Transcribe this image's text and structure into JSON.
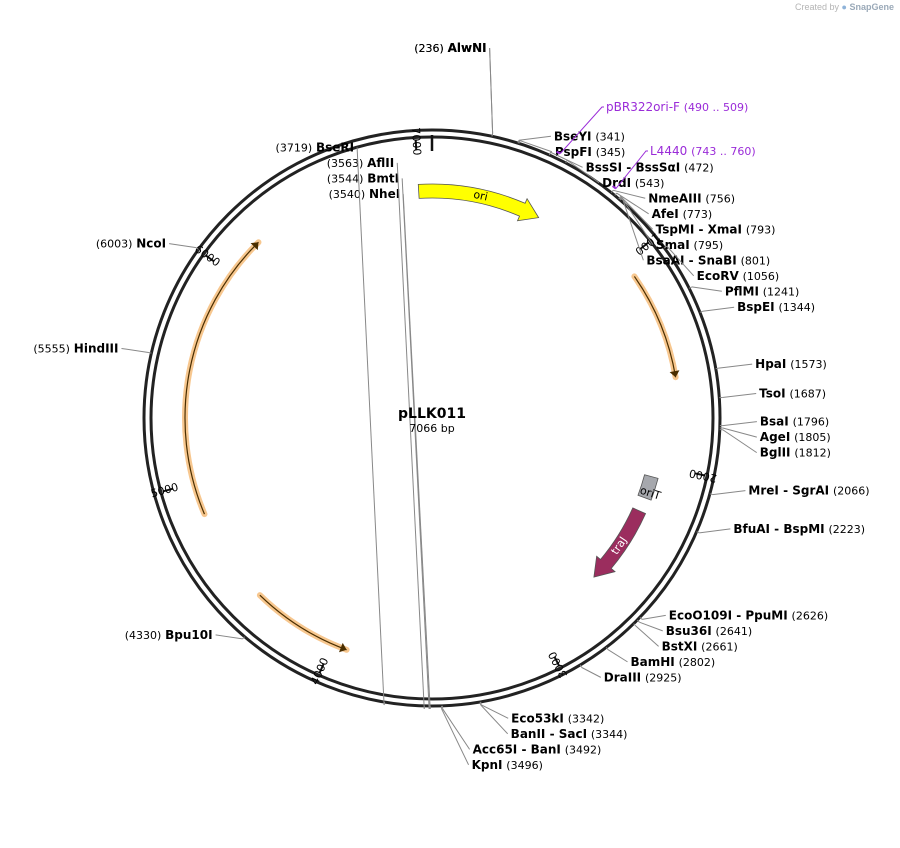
{
  "credit": {
    "prefix": "Created by",
    "brand": "SnapGene"
  },
  "plasmid": {
    "name": "pLLK011",
    "size_label": "7066 bp",
    "length": 7066
  },
  "colors": {
    "ori": "#ffff00",
    "oriT": "#a6a8ad",
    "traJ": "#9b2d5e",
    "orange": "#f4b46a",
    "primer": "#9a2bd8"
  },
  "ticks": [
    {
      "pos": 1000,
      "label": "1000"
    },
    {
      "pos": 2000,
      "label": "2000"
    },
    {
      "pos": 3000,
      "label": "3000"
    },
    {
      "pos": 4000,
      "label": "4000"
    },
    {
      "pos": 5000,
      "label": "5000"
    },
    {
      "pos": 6000,
      "label": "6000"
    },
    {
      "pos": 7000,
      "label": "7000"
    }
  ],
  "features": [
    {
      "label": "ori",
      "start": 7000,
      "end": 550,
      "dir": 1,
      "kind": "arrow",
      "color": "#ffff00",
      "text_color": "#000000"
    },
    {
      "label": "oriT",
      "start": 2060,
      "end": 2170,
      "dir": 0,
      "kind": "box",
      "color": "#a6a8ad",
      "text_color": "#000000"
    },
    {
      "label": "traJ",
      "start": 2240,
      "end": 2640,
      "dir": 1,
      "kind": "arrow",
      "color": "#9b2d5e",
      "text_color": "#ffffff"
    }
  ],
  "orange_arcs": [
    {
      "start": 1080,
      "end": 1580,
      "dir": 1
    },
    {
      "start": 3930,
      "end": 4400,
      "dir": -1
    },
    {
      "start": 4850,
      "end": 6190,
      "dir": 1
    }
  ],
  "primers": [
    {
      "name": "pBR322ori-F",
      "range": "(490 .. 509)",
      "pos": 500
    },
    {
      "name": "L4440",
      "range": "(743 .. 760)",
      "pos": 752
    }
  ],
  "sites": [
    {
      "side": "left",
      "name": "AlwNI",
      "pos_label": "(236)",
      "pos": 236
    },
    {
      "side": "right",
      "name": "BseYI",
      "pos_label": "(341)",
      "pos": 341
    },
    {
      "side": "right",
      "name": "PspFI",
      "pos_label": "(345)",
      "pos": 345
    },
    {
      "side": "right",
      "name": "BssSI  - BssSαI",
      "pos_label": "(472)",
      "pos": 472
    },
    {
      "side": "right",
      "name": "DrdI",
      "pos_label": "(543)",
      "pos": 543
    },
    {
      "side": "right",
      "name": "NmeAIII",
      "pos_label": "(756)",
      "pos": 756
    },
    {
      "side": "right",
      "name": "AfeI",
      "pos_label": "(773)",
      "pos": 773
    },
    {
      "side": "right",
      "name": "TspMI  - XmaI",
      "pos_label": "(793)",
      "pos": 793
    },
    {
      "side": "right",
      "name": "SmaI",
      "pos_label": "(795)",
      "pos": 795
    },
    {
      "side": "right",
      "name": "BsaAI  - SnaBI",
      "pos_label": "(801)",
      "pos": 801
    },
    {
      "side": "right",
      "name": "EcoRV",
      "pos_label": "(1056)",
      "pos": 1056
    },
    {
      "side": "right",
      "name": "PflMI",
      "pos_label": "(1241)",
      "pos": 1241
    },
    {
      "side": "right",
      "name": "BspEI",
      "pos_label": "(1344)",
      "pos": 1344
    },
    {
      "side": "right",
      "name": "HpaI",
      "pos_label": "(1573)",
      "pos": 1573
    },
    {
      "side": "right",
      "name": "TsoI",
      "pos_label": "(1687)",
      "pos": 1687
    },
    {
      "side": "right",
      "name": "BsaI",
      "pos_label": "(1796)",
      "pos": 1796
    },
    {
      "side": "right",
      "name": "AgeI",
      "pos_label": "(1805)",
      "pos": 1805
    },
    {
      "side": "right",
      "name": "BglII",
      "pos_label": "(1812)",
      "pos": 1812
    },
    {
      "side": "right",
      "name": "MreI  - SgrAI",
      "pos_label": "(2066)",
      "pos": 2066
    },
    {
      "side": "right",
      "name": "BfuAI  - BspMI",
      "pos_label": "(2223)",
      "pos": 2223
    },
    {
      "side": "right",
      "name": "EcoO109I  - PpuMI",
      "pos_label": "(2626)",
      "pos": 2626
    },
    {
      "side": "right",
      "name": "Bsu36I",
      "pos_label": "(2641)",
      "pos": 2641
    },
    {
      "side": "right",
      "name": "BstXI",
      "pos_label": "(2661)",
      "pos": 2661
    },
    {
      "side": "right",
      "name": "BamHI",
      "pos_label": "(2802)",
      "pos": 2802
    },
    {
      "side": "right",
      "name": "DraIII",
      "pos_label": "(2925)",
      "pos": 2925
    },
    {
      "side": "right",
      "name": "Eco53kI",
      "pos_label": "(3342)",
      "pos": 3342
    },
    {
      "side": "right",
      "name": "BanII  - SacI",
      "pos_label": "(3344)",
      "pos": 3344
    },
    {
      "side": "right",
      "name": "Acc65I  - BanI",
      "pos_label": "(3492)",
      "pos": 3492
    },
    {
      "side": "right",
      "name": "KpnI",
      "pos_label": "(3496)",
      "pos": 3496
    },
    {
      "side": "left",
      "name": "NheI",
      "pos_label": "(3540)",
      "pos": 3540
    },
    {
      "side": "left",
      "name": "BmtI",
      "pos_label": "(3544)",
      "pos": 3544
    },
    {
      "side": "left",
      "name": "AflII",
      "pos_label": "(3563)",
      "pos": 3563
    },
    {
      "side": "left",
      "name": "BseRI",
      "pos_label": "(3719)",
      "pos": 3719
    },
    {
      "side": "left",
      "name": "Bpu10I",
      "pos_label": "(4330)",
      "pos": 4330
    },
    {
      "side": "left",
      "name": "HindIII",
      "pos_label": "(5555)",
      "pos": 5555
    },
    {
      "side": "left",
      "name": "NcoI",
      "pos_label": "(6003)",
      "pos": 6003
    }
  ]
}
